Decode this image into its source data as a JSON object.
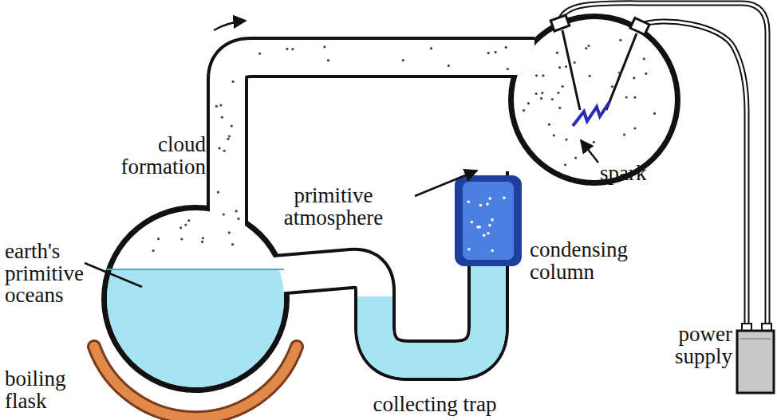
{
  "diagram": {
    "labels": [
      "cloud formation",
      "primitive atmosphere",
      "spark",
      "earth's primitive oceans",
      "condensing column",
      "power supply",
      "boiling flask",
      "collecting trap"
    ]
  }
}
